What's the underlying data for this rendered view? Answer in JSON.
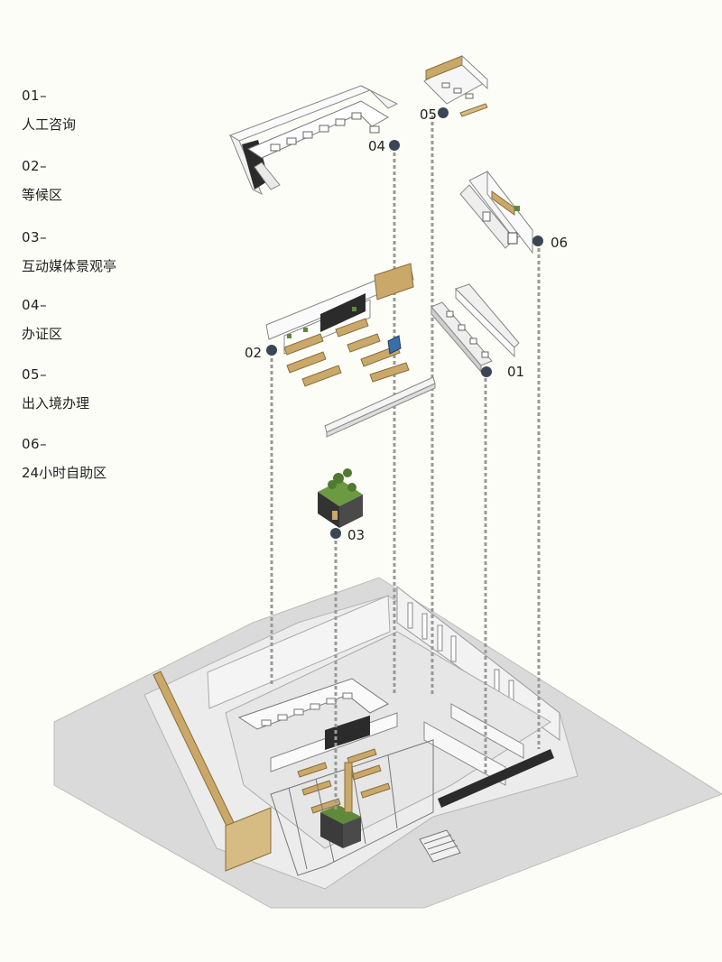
{
  "legend": [
    {
      "num": "01–",
      "label": "人工咨询"
    },
    {
      "num": "02–",
      "label": "等候区"
    },
    {
      "num": "03–",
      "label": "互动媒体景观亭"
    },
    {
      "num": "04–",
      "label": "办证区"
    },
    {
      "num": "05–",
      "label": "出入境办理"
    },
    {
      "num": "06–",
      "label": "24小时自助区"
    }
  ],
  "markers": {
    "m01": "01",
    "m02": "02",
    "m03": "03",
    "m04": "04",
    "m05": "05",
    "m06": "06"
  },
  "colors": {
    "background": "#fdfdf8",
    "marker": "#3a4655",
    "ground": "#d9d9d9",
    "wall": "#ffffff",
    "wood": "#c9a86a",
    "green": "#5f8a3c",
    "dark": "#2b2b2b"
  }
}
